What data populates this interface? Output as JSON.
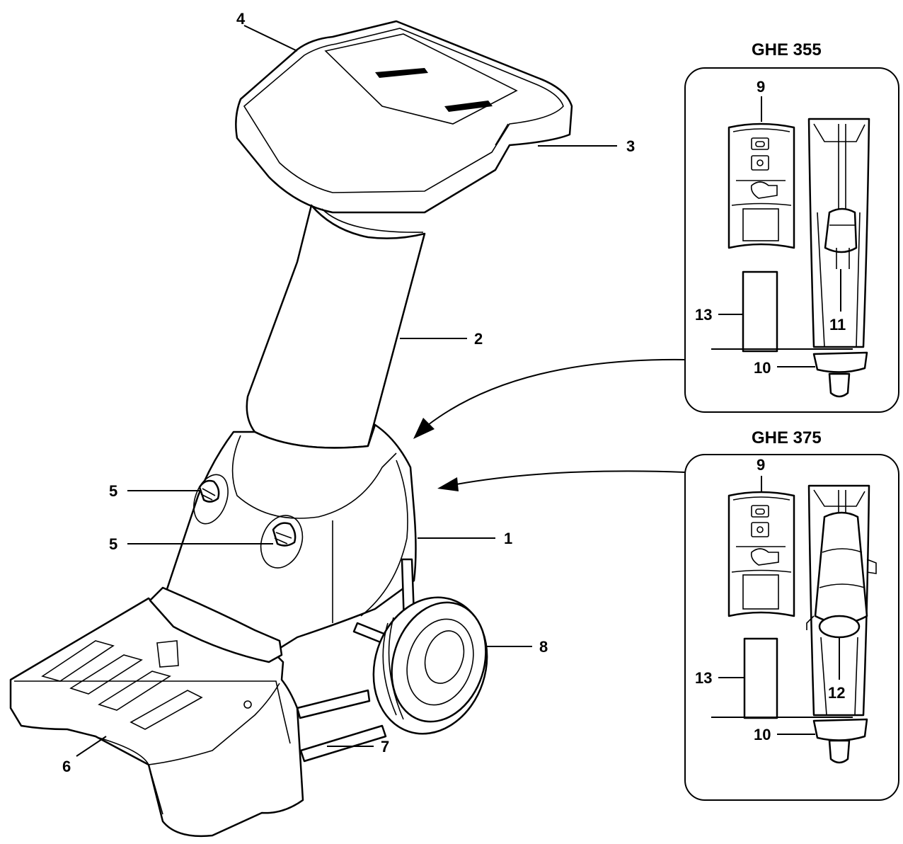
{
  "diagram": {
    "callouts": [
      "1",
      "2",
      "3",
      "4",
      "5",
      "5",
      "6",
      "7",
      "8"
    ],
    "panels": [
      {
        "title": "GHE 355",
        "callouts": [
          "9",
          "10",
          "11",
          "13"
        ]
      },
      {
        "title": "GHE 375",
        "callouts": [
          "9",
          "10",
          "12",
          "13"
        ]
      }
    ]
  }
}
